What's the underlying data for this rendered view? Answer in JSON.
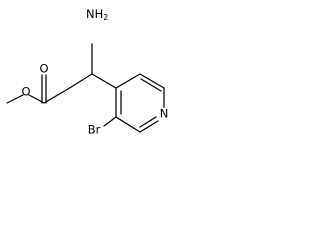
{
  "molecule": {
    "atom_labels": {
      "amino": "NH2",
      "carbonyl_oxygen": "O",
      "ester_oxygen": "O",
      "ring_nitrogen": "N",
      "bromine": "Br"
    },
    "colors": {
      "bond": "#000000",
      "label": "#000000",
      "background": "#ffffff"
    }
  }
}
